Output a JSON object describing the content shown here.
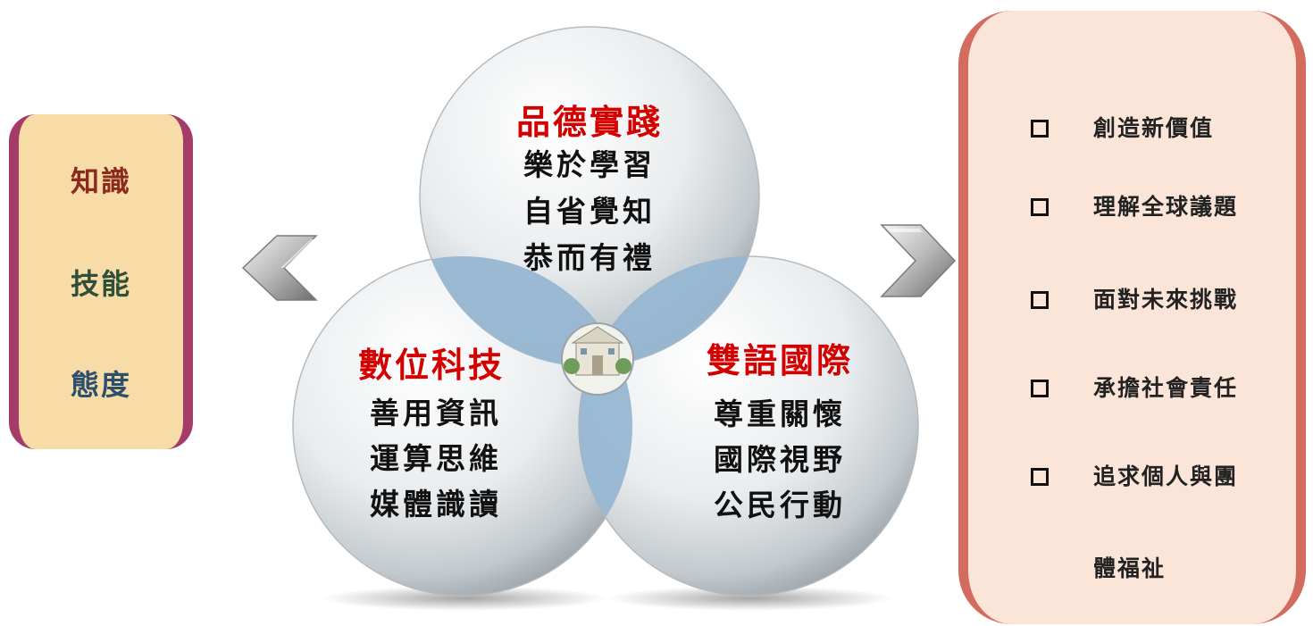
{
  "left_panel": {
    "items": [
      {
        "label": "知識",
        "color": "#8b2a1f"
      },
      {
        "label": "技能",
        "color": "#2e4f3a"
      },
      {
        "label": "態度",
        "color": "#2c4f6e"
      }
    ]
  },
  "circles": {
    "top": {
      "title": "品德實踐",
      "lines": [
        "樂於學習",
        "自省覺知",
        "恭而有禮"
      ]
    },
    "left": {
      "title": "數位科技",
      "lines": [
        "善用資訊",
        "運算思維",
        "媒體識讀"
      ]
    },
    "right": {
      "title": "雙語國際",
      "lines": [
        "尊重關懷",
        "國際視野",
        "公民行動"
      ]
    },
    "title_color": "#d40000"
  },
  "center_logo": {
    "icon": "school-building-icon"
  },
  "right_panel": {
    "items": [
      "創造新價值",
      "理解全球議題",
      "面對未來挑戰",
      "承擔社會責任",
      "追求個人與團"
    ],
    "continuation": "體福祉"
  }
}
